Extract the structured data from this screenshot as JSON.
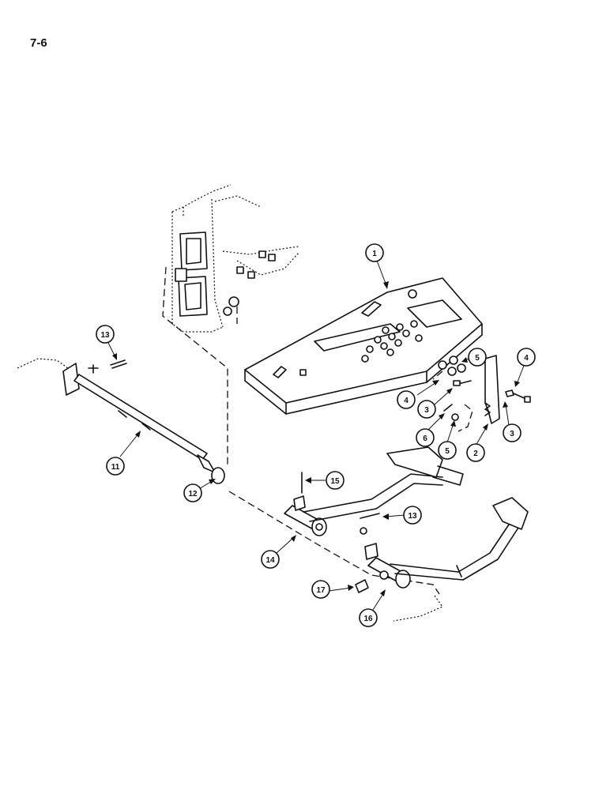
{
  "page_number": "7-6",
  "callouts": {
    "c1": "1",
    "c2": "2",
    "c3a": "3",
    "c3b": "3",
    "c4a": "4",
    "c4b": "4",
    "c5a": "5",
    "c5b": "5",
    "c6": "6",
    "c11": "11",
    "c12": "12",
    "c13a": "13",
    "c13b": "13",
    "c14": "14",
    "c15": "15",
    "c16": "16",
    "c17": "17"
  }
}
